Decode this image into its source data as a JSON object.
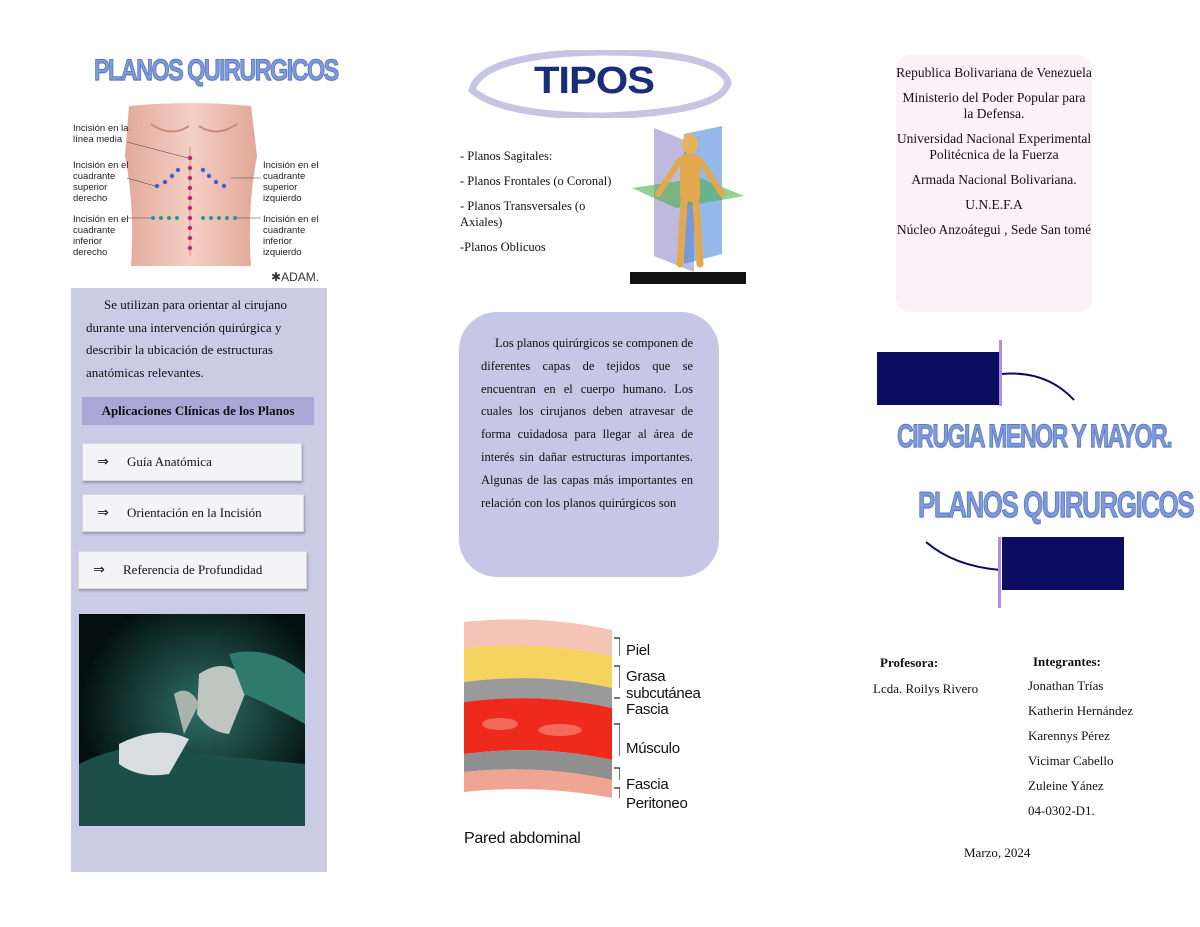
{
  "left_column": {
    "title": "PLANOS QUIRURGICOS",
    "anatomy_figure": {
      "labels": {
        "midline": "Incisión en la línea media",
        "upper_right": "Incisión en el cuadrante superior derecho",
        "upper_left": "Incisión en el cuadrante superior izquierdo",
        "lower_right": "Incisión en el cuadrante inferior derecho",
        "lower_left": "Incisión en el cuadrante inferior izquierdo"
      },
      "credit": "ADAM."
    },
    "intro_text": "Se utilizan para orientar al cirujano durante una intervención quirúrgica y describir la ubicación de estructuras anatómicas relevantes.",
    "applications_heading": "Aplicaciones Clínicas de los Planos",
    "applications": [
      {
        "arrow": "⇒",
        "label": "Guía Anatómica"
      },
      {
        "arrow": "⇒",
        "label": "Orientación en la Incisión"
      },
      {
        "arrow": "⇒",
        "label": "Referencia de Profundidad"
      }
    ]
  },
  "middle_column": {
    "title": "TIPOS",
    "types": [
      "- Planos Sagitales:",
      "- Planos Frontales (o Coronal)",
      "- Planos Transversales (o Axiales)",
      "-Planos Oblicuos"
    ],
    "description": "Los planos quirúrgicos se componen de diferentes capas de tejidos que se encuentran en el cuerpo humano. Los cuales los cirujanos deben atravesar de forma cuidadosa para llegar al área de interés sin dañar estructuras importantes. Algunas de las capas más importantes en relación con los planos quirúrgicos son",
    "layers_figure": {
      "layers": [
        "Piel",
        "Grasa subcutánea",
        "Fascia",
        "Músculo",
        "Fascia",
        "Peritoneo"
      ],
      "caption": "Pared abdominal"
    }
  },
  "right_column": {
    "institution": [
      "Republica Bolivariana de Venezuela",
      "Ministerio del Poder Popular para la Defensa.",
      "Universidad Nacional Experimental Politécnica de la Fuerza",
      "Armada Nacional Bolivariana.",
      "U.N.E.F.A",
      "Núcleo Anzoátegui , Sede San tomé"
    ],
    "title_line1": "CIRUGIA MENOR Y MAYOR.",
    "title_line2": "PLANOS QUIRURGICOS",
    "professor_label": "Profesora:",
    "professor_name": "Lcda. Roilys Rivero",
    "members_label": "Integrantes:",
    "members": [
      "Jonathan Trías",
      "Katherin Hernández",
      "Karennys Pérez",
      "Vicimar Cabello",
      "Zuleine Yánez",
      "04-0302-D1."
    ],
    "date": "Marzo, 2024"
  },
  "colors": {
    "panel_lavender": "#cbcbe6",
    "heading_purple": "#a8a8d6",
    "wordart_blue": "#7e9ad8",
    "tipos_navy": "#1a2c7a",
    "deco_navy": "#0b0b60",
    "deco_violet": "#b08ce8"
  }
}
